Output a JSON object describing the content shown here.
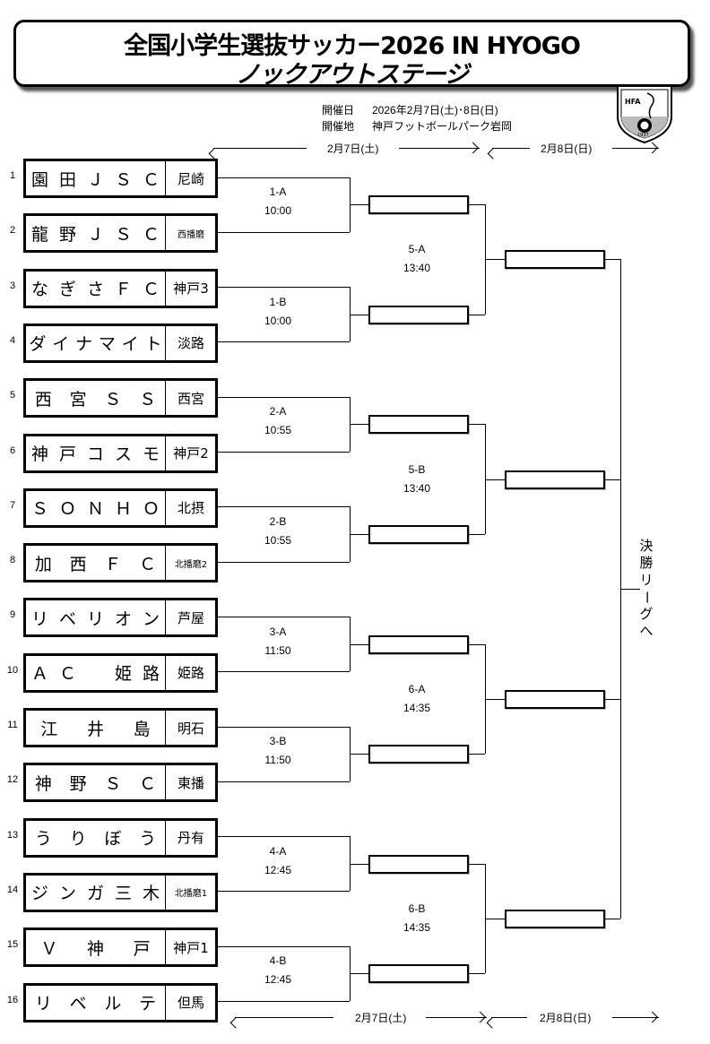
{
  "header": {
    "title_line1": "全国小学生選抜サッカー2026 IN HYOGO",
    "title_line2": "ノックアウトステージ",
    "date_label": "開催日",
    "date_value": "2026年2月7日(土)･8日(日)",
    "venue_label": "開催地",
    "venue_value": "神戸フットボールパーク岩岡",
    "logo": {
      "icon": "hfa-emblem-icon",
      "text": "HFA",
      "year": "1937"
    }
  },
  "day_labels": {
    "day1": "2月7日(土)",
    "day2": "2月8日(日)"
  },
  "teams": [
    {
      "seed": "1",
      "name": [
        "園",
        "田",
        "Ｊ",
        "Ｓ",
        "Ｃ"
      ],
      "region": "尼崎"
    },
    {
      "seed": "2",
      "name": [
        "龍",
        "野",
        "Ｊ",
        "Ｓ",
        "Ｃ"
      ],
      "region": "西播磨",
      "small": true
    },
    {
      "seed": "3",
      "name": [
        "な",
        "ぎ",
        "さ",
        "Ｆ",
        "Ｃ"
      ],
      "region": "神戸3",
      "small": false
    },
    {
      "seed": "4",
      "name": [
        "ダ",
        "イ",
        "ナ",
        "マ",
        "イ",
        "ト"
      ],
      "region": "淡路"
    },
    {
      "seed": "5",
      "name": [
        "西",
        "宮",
        "Ｓ",
        "Ｓ"
      ],
      "region": "西宮"
    },
    {
      "seed": "6",
      "name": [
        "神",
        "戸",
        "コ",
        "ス",
        "モ"
      ],
      "region": "神戸2"
    },
    {
      "seed": "7",
      "name": [
        "Ｓ",
        "Ｏ",
        "Ｎ",
        "Ｈ",
        "Ｏ"
      ],
      "region": "北摂"
    },
    {
      "seed": "8",
      "name": [
        "加",
        "西",
        "Ｆ",
        "Ｃ"
      ],
      "region": "北播磨2",
      "small": true
    },
    {
      "seed": "9",
      "name": [
        "リ",
        "ベ",
        "リ",
        "オ",
        "ン"
      ],
      "region": "芦屋"
    },
    {
      "seed": "10",
      "name": [
        "Ａ",
        "Ｃ",
        "",
        "姫",
        "路"
      ],
      "region": "姫路"
    },
    {
      "seed": "11",
      "name": [
        "江",
        "井",
        "島"
      ],
      "region": "明石"
    },
    {
      "seed": "12",
      "name": [
        "神",
        "野",
        "Ｓ",
        "Ｃ"
      ],
      "region": "東播"
    },
    {
      "seed": "13",
      "name": [
        "う",
        "り",
        "ぼ",
        "う"
      ],
      "region": "丹有"
    },
    {
      "seed": "14",
      "name": [
        "ジ",
        "ン",
        "ガ",
        "三",
        "木"
      ],
      "region": "北播磨1",
      "small": true
    },
    {
      "seed": "15",
      "name": [
        "Ｖ",
        "神",
        "戸"
      ],
      "region": "神戸1"
    },
    {
      "seed": "16",
      "name": [
        "リ",
        "ベ",
        "ル",
        "テ"
      ],
      "region": "但馬"
    }
  ],
  "round1": [
    {
      "id": "1-A",
      "time": "10:00"
    },
    {
      "id": "1-B",
      "time": "10:00"
    },
    {
      "id": "2-A",
      "time": "10:55"
    },
    {
      "id": "2-B",
      "time": "10:55"
    },
    {
      "id": "3-A",
      "time": "11:50"
    },
    {
      "id": "3-B",
      "time": "11:50"
    },
    {
      "id": "4-A",
      "time": "12:45"
    },
    {
      "id": "4-B",
      "time": "12:45"
    }
  ],
  "round2": [
    {
      "id": "5-A",
      "time": "13:40"
    },
    {
      "id": "5-B",
      "time": "13:40"
    },
    {
      "id": "6-A",
      "time": "14:35"
    },
    {
      "id": "6-B",
      "time": "14:35"
    }
  ],
  "final_note": [
    "決",
    "勝",
    "リ",
    "ー",
    "グ",
    "へ"
  ]
}
